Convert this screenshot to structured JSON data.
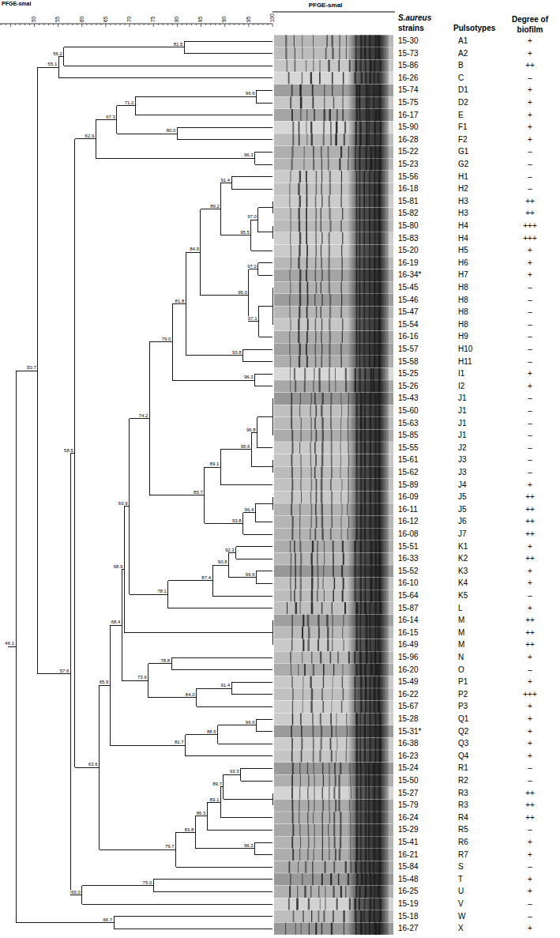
{
  "diagram": {
    "labels": [
      "PFGE-smaI",
      "50",
      "55",
      "60",
      "65",
      "70",
      "75",
      "80",
      "85",
      "90",
      "95",
      "100",
      "PFGE-smaI",
      "S.aureus",
      "strains",
      "Pulsotypes",
      "Degree of biofilm",
      "81.5",
      "56.2",
      "55.1",
      "96.6",
      "71.2",
      "67.3",
      "80.0",
      "62.9",
      "96.3",
      "91.4",
      "89.2",
      "97.0",
      "95.5",
      "84.9",
      "97.0",
      "95.0",
      "97.1",
      "81.8",
      "93.8",
      "79.0",
      "96.3",
      "74.2",
      "96.8",
      "95.6",
      "89.1",
      "85.7",
      "96.4",
      "93.8",
      "69.9",
      "92.3",
      "90.8",
      "96.6",
      "87.4",
      "78.1",
      "68.9",
      "68.4",
      "78.8",
      "73.9",
      "91.4",
      "84.0",
      "65.9",
      "96.6",
      "88.5",
      "81.7",
      "63.6",
      "93.3",
      "89.7",
      "89.1",
      "86.3",
      "83.8",
      "96.3",
      "79.7",
      "75.0",
      "60.0",
      "58.5",
      "57.6",
      "50.7",
      "46.1",
      "66.7",
      "15-30",
      "A1",
      "+",
      "15-73",
      "A2",
      "+",
      "15-86",
      "B",
      "++",
      "16-26",
      "C",
      "–",
      "15-74",
      "D1",
      "+",
      "15-75",
      "D2",
      "+",
      "16-17",
      "E",
      "+",
      "15-90",
      "F1",
      "+",
      "16-28",
      "F2",
      "+",
      "15-22",
      "G1",
      "–",
      "15-23",
      "G2",
      "–",
      "15-56",
      "H1",
      "–",
      "16-18",
      "H2",
      "–",
      "15-81",
      "H3",
      "++",
      "15-82",
      "H3",
      "++",
      "15-80",
      "H4",
      "+++",
      "15-83",
      "H4",
      "+++",
      "15-20",
      "H5",
      "+",
      "16-19",
      "H6",
      "+",
      "16-34*",
      "H7",
      "+",
      "15-45",
      "H8",
      "–",
      "15-46",
      "H8",
      "–",
      "15-47",
      "H8",
      "–",
      "15-54",
      "H8",
      "–",
      "16-16",
      "H9",
      "–",
      "15-57",
      "H10",
      "–",
      "15-58",
      "H11",
      "–",
      "15-25",
      "I1",
      "+",
      "15-26",
      "I2",
      "+",
      "15-43",
      "J1",
      "–",
      "15-60",
      "J1",
      "–",
      "15-63",
      "J1",
      "–",
      "15-85",
      "J1",
      "–",
      "15-55",
      "J2",
      "–",
      "15-61",
      "J3",
      "–",
      "15-62",
      "J3",
      "–",
      "15-89",
      "J4",
      "+",
      "16-09",
      "J5",
      "++",
      "16-11",
      "J5",
      "++",
      "16-12",
      "J6",
      "++",
      "16-08",
      "J7",
      "++",
      "15-51",
      "K1",
      "+",
      "16-33",
      "K2",
      "++",
      "15-52",
      "K3",
      "+",
      "16-10",
      "K4",
      "+",
      "15-64",
      "K5",
      "–",
      "15-87",
      "L",
      "+",
      "16-14",
      "M",
      "++",
      "16-15",
      "M",
      "++",
      "16-49",
      "M",
      "++",
      "15-96",
      "N",
      "+",
      "16-20",
      "O",
      "–",
      "15-49",
      "P1",
      "+",
      "16-22",
      "P2",
      "+++",
      "15-67",
      "P3",
      "+",
      "15-28",
      "Q1",
      "+",
      "15-31*",
      "Q2",
      "+",
      "16-38",
      "Q3",
      "+",
      "16-23",
      "Q4",
      "+",
      "15-24",
      "R1",
      "–",
      "15-50",
      "R2",
      "–",
      "15-27",
      "R3",
      "++",
      "15-79",
      "R3",
      "++",
      "16-24",
      "R4",
      "++",
      "15-29",
      "R5",
      "–",
      "15-41",
      "R6",
      "+",
      "16-21",
      "R7",
      "+",
      "15-84",
      "S",
      "–",
      "15-48",
      "T",
      "+",
      "16-25",
      "U",
      "+",
      "15-19",
      "V",
      "–",
      "15-18",
      "W",
      "–",
      "16-27",
      "X",
      "+"
    ]
  }
}
